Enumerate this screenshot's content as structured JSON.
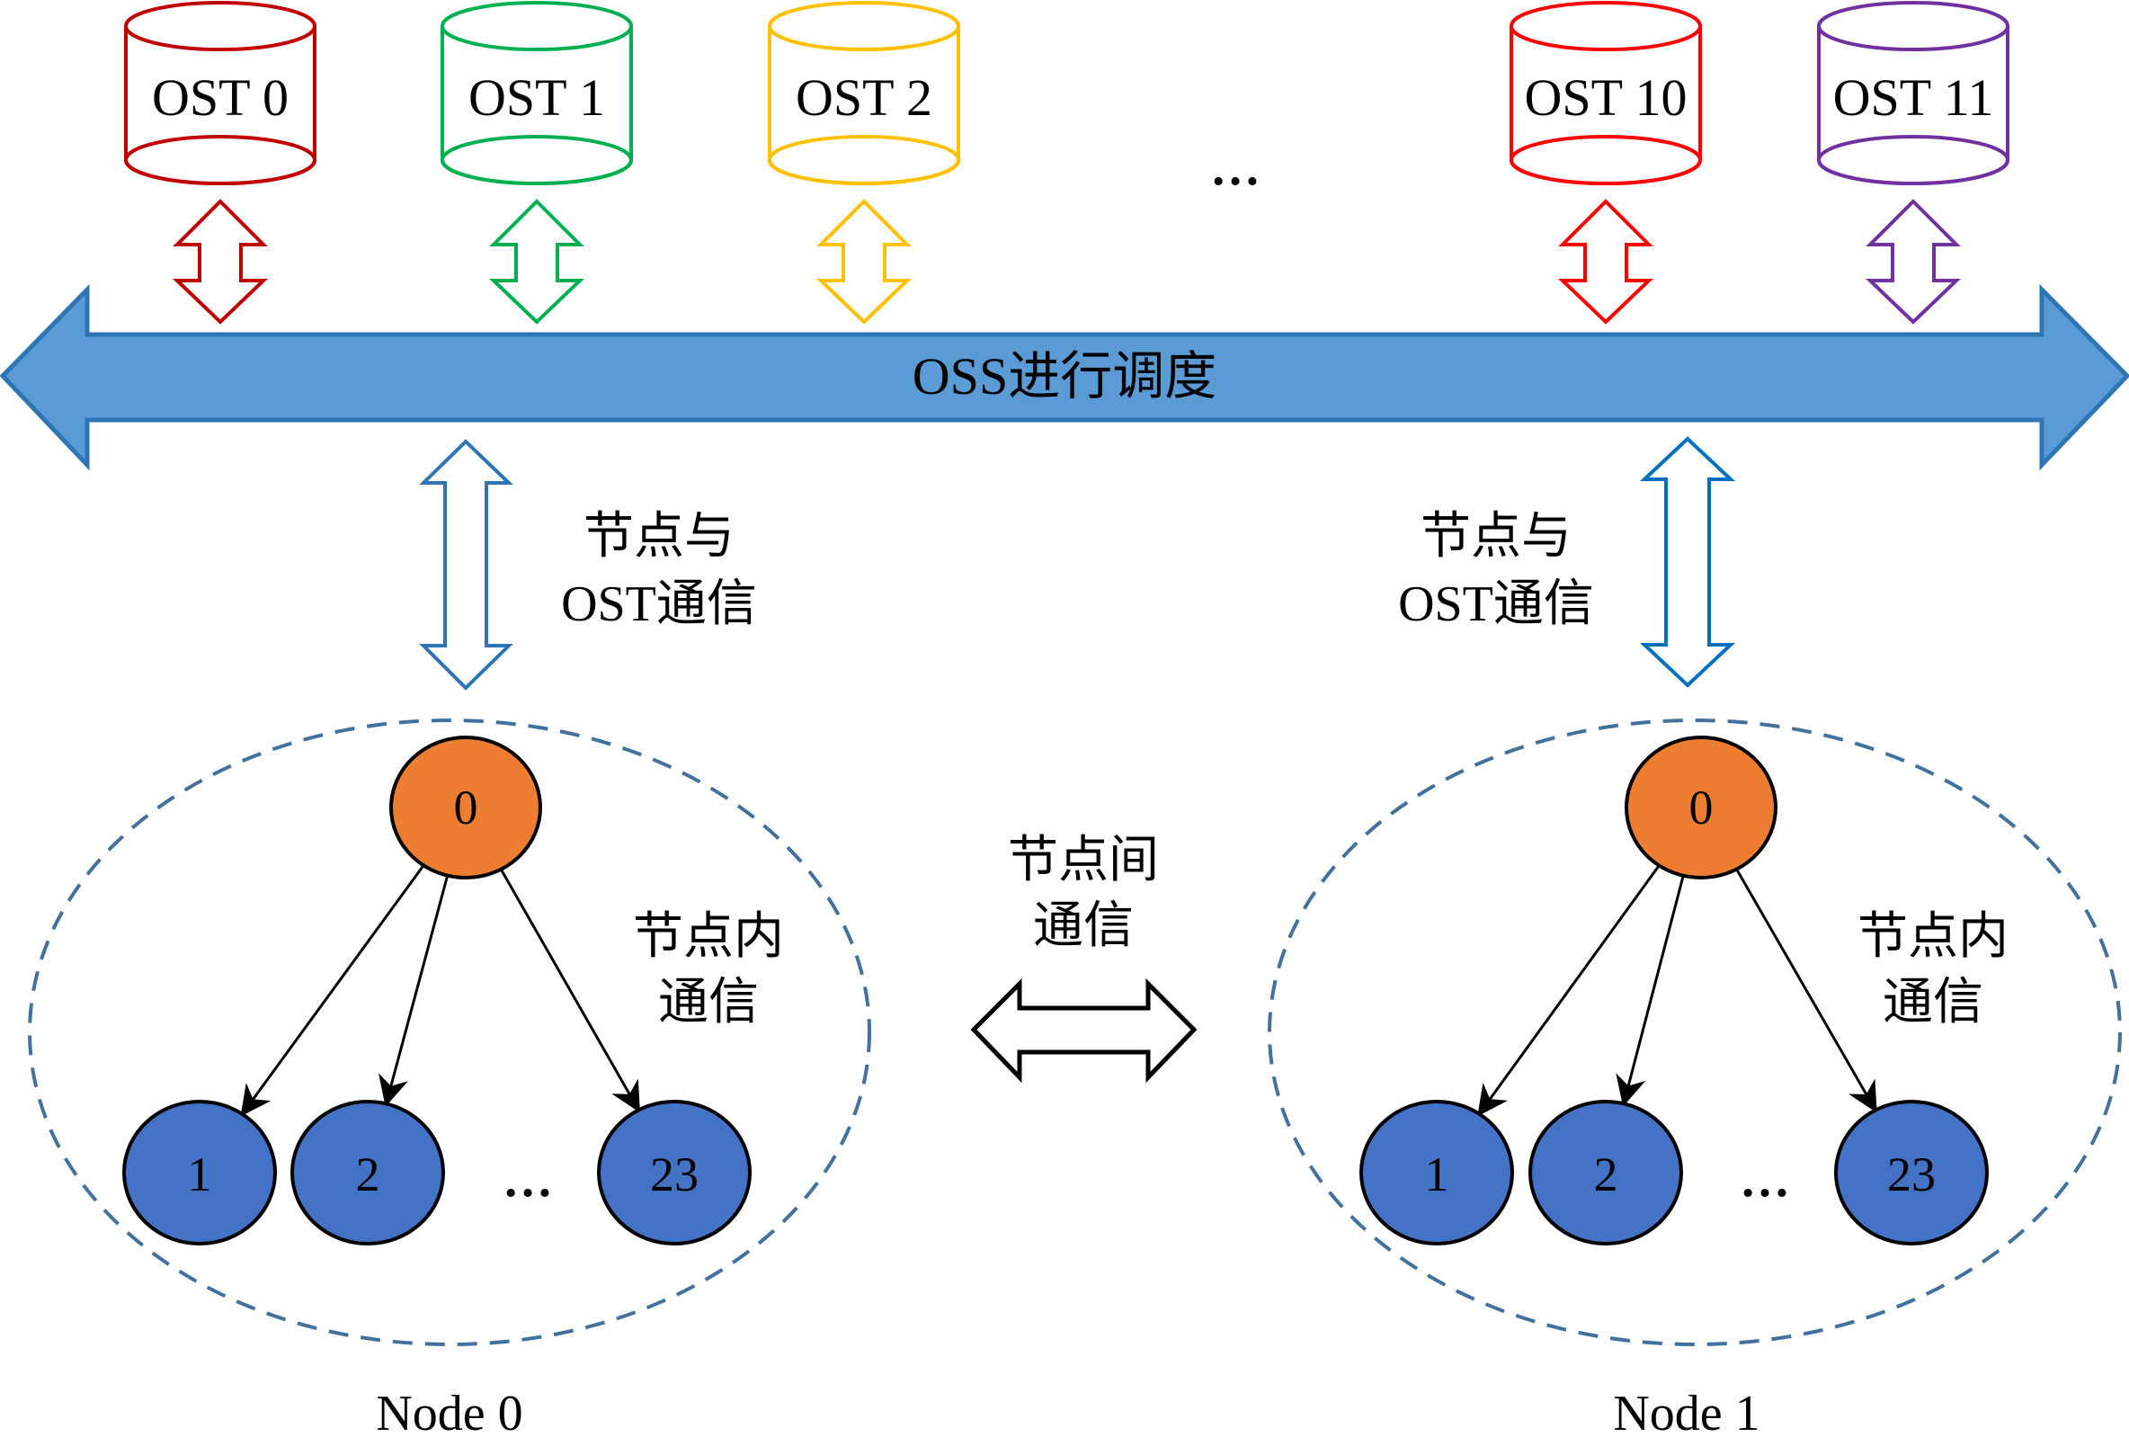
{
  "diagram": {
    "bus": {
      "label": "OSS进行调度",
      "fill": "#5B9BD5",
      "stroke": "#2E75B6"
    },
    "osts": [
      {
        "label": "OST 0",
        "color": "#C00000"
      },
      {
        "label": "OST 1",
        "color": "#00B050"
      },
      {
        "label": "OST 2",
        "color": "#FFC000"
      },
      {
        "label": "OST 10",
        "color": "#FF0000"
      },
      {
        "label": "OST 11",
        "color": "#7030A0"
      }
    ],
    "ost_ellipsis": "…",
    "node_ost_comm": {
      "left": {
        "line1": "节点与",
        "line2": "OST通信",
        "color": "#2E75B6"
      },
      "right": {
        "line1": "节点与",
        "line2": "OST通信",
        "color": "#0070C0"
      }
    },
    "inter_node_comm": {
      "line1": "节点间",
      "line2": "通信"
    },
    "nodes": [
      {
        "title": "Node 0",
        "intra_label": {
          "line1": "节点内",
          "line2": "通信"
        },
        "root": {
          "label": "0",
          "fill": "#ED7D31"
        },
        "children": [
          {
            "label": "1"
          },
          {
            "label": "2"
          },
          {
            "label": "23"
          }
        ],
        "ellipsis": "…",
        "child_fill": "#4472C4",
        "boundary_color": "#41719C"
      },
      {
        "title": "Node 1",
        "intra_label": {
          "line1": "节点内",
          "line2": "通信"
        },
        "root": {
          "label": "0",
          "fill": "#ED7D31"
        },
        "children": [
          {
            "label": "1"
          },
          {
            "label": "2"
          },
          {
            "label": "23"
          }
        ],
        "ellipsis": "…",
        "child_fill": "#4472C4",
        "boundary_color": "#41719C"
      }
    ]
  }
}
